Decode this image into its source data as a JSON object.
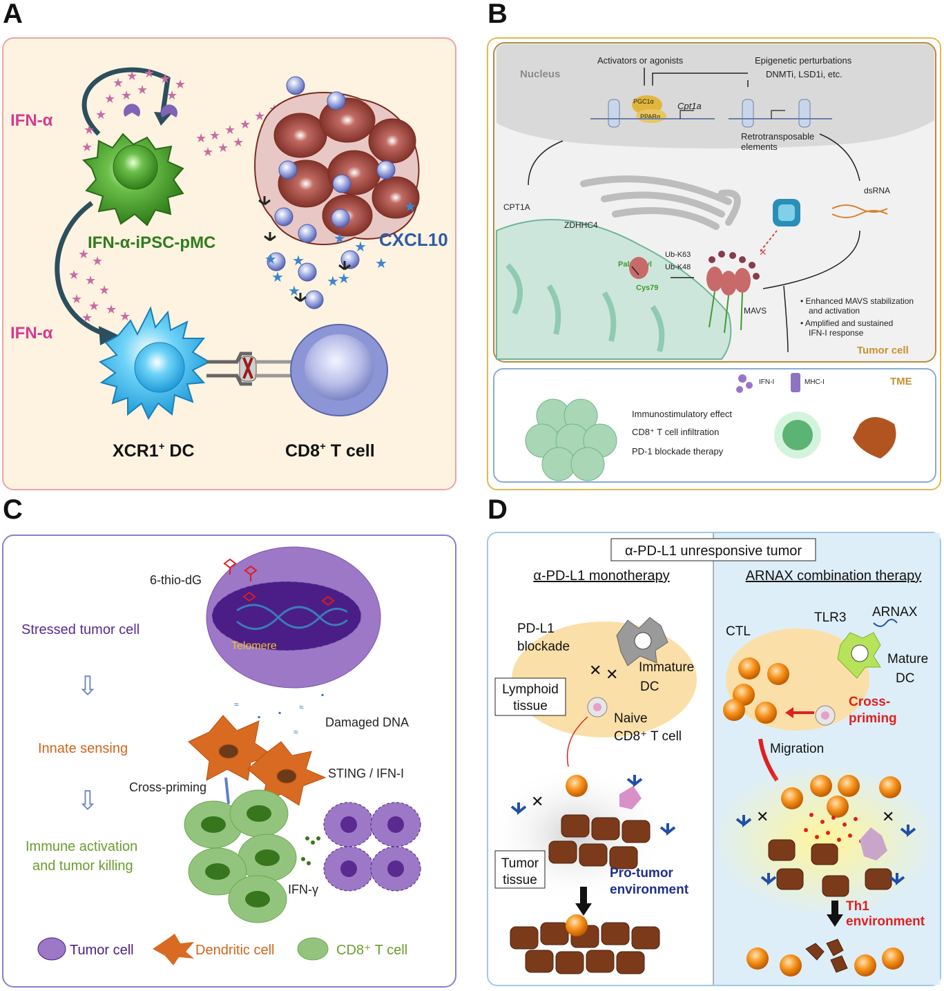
{
  "panels": {
    "a": {
      "letter": "A",
      "ifn_alpha_top": "IFN-α",
      "ifn_alpha_bottom": "IFN-α",
      "pmc_label": "IFN-α-iPSC-pMC",
      "cxcl10": "CXCL10",
      "dc_label": "XCR1",
      "dc_sup": "+",
      "dc_suffix": " DC",
      "tcell_label": "CD8",
      "tcell_sup": "+",
      "tcell_suffix": " T cell"
    },
    "b": {
      "letter": "B",
      "nucleus": "Nucleus",
      "activators": "Activators or agonists",
      "epigenetic": "Epigenetic perturbations",
      "dnmti": "DNMTi, LSD1i, etc.",
      "pgc1a": "PGC1α",
      "ppara": "PPARα",
      "cpt1a_gene": "Cpt1a",
      "retro1": "Retrotransposable",
      "retro2": "elements",
      "cpt1a": "CPT1A",
      "zdhhc4": "ZDHHC4",
      "palmitoyl": "Palmitoyl",
      "cys79": "Cys79",
      "ubk63": "Ub-K63",
      "ubk48": "Ub-K48",
      "mavs": "MAVS",
      "dsrna": "dsRNA",
      "bullet1a": "Enhanced MAVS stabilization",
      "bullet1b": "and activation",
      "bullet2a": "Amplified and sustained",
      "bullet2b": "IFN-I response",
      "tumor_cell": "Tumor cell",
      "ifni": "IFN-I",
      "mhci": "MHC-I",
      "tme": "TME",
      "effect1": "Immunostimulatory effect",
      "effect2": "CD8⁺ T cell infiltration",
      "effect3": "PD-1 blockade therapy"
    },
    "c": {
      "letter": "C",
      "thio": "6-thio-dG",
      "telomere": "Telomere",
      "stressed": "Stressed tumor cell",
      "innate": "Innate sensing",
      "immune1": "Immune activation",
      "immune2": "and tumor killing",
      "damaged": "Damaged DNA",
      "sting": "STING / IFN-I",
      "cross": "Cross-priming",
      "ifng": "IFN-γ",
      "legend_tumor": "Tumor cell",
      "legend_dc": "Dendritic cell",
      "legend_cd8": "CD8⁺ T cell"
    },
    "d": {
      "letter": "D",
      "title": "α-PD-L1 unresponsive tumor",
      "left_head": "α-PD-L1 monotherapy",
      "right_head": "ARNAX combination therapy",
      "pdl1a": "PD-L1",
      "pdl1b": "blockade",
      "immature1": "Immature",
      "immature2": "DC",
      "lymphoid1": "Lymphoid",
      "lymphoid2": "tissue",
      "naive1": "Naive",
      "naive2": "CD8⁺ T cell",
      "tumor1": "Tumor",
      "tumor2": "tissue",
      "pro1": "Pro-tumor",
      "pro2": "environment",
      "ctl": "CTL",
      "tlr3": "TLR3",
      "arnax": "ARNAX",
      "mature1": "Mature",
      "mature2": "DC",
      "crossp1": "Cross-",
      "crossp2": "priming",
      "migration": "Migration",
      "th1a": "Th1",
      "th1b": "environment"
    }
  },
  "colors": {
    "ifn_magenta": "#d63a8f",
    "pmc_green": "#2e7d1c",
    "cxcl10_blue": "#2f5aa8",
    "star_pink": "#c96ba3",
    "tumor_brown": "#7a2b22",
    "stressed_purple": "#5a2a90",
    "innate_orange": "#d0651a",
    "immune_green": "#6a9d2a",
    "red_text": "#e0201e",
    "navy_text": "#1f2f8a"
  }
}
